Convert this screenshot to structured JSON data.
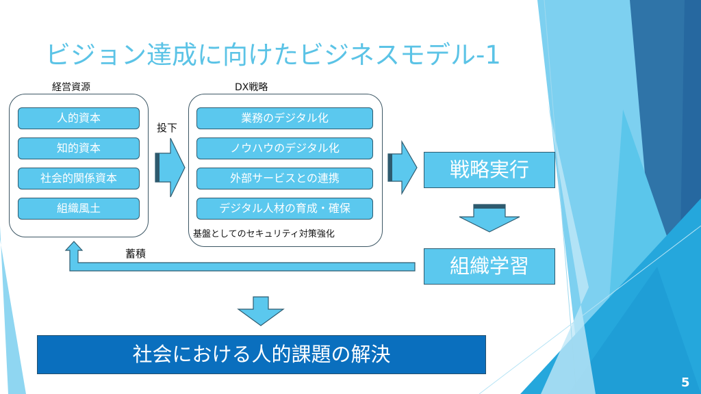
{
  "slide": {
    "title": "ビジョン達成に向けたビジネスモデル-1",
    "page_number": "5"
  },
  "resources": {
    "heading": "経営資源",
    "items": [
      "人的資本",
      "知的資本",
      "社会的関係資本",
      "組織風土"
    ]
  },
  "arrow_invest_label": "投下",
  "dx_strategy": {
    "heading": "DX戦略",
    "items": [
      "業務のデジタル化",
      "ノウハウのデジタル化",
      "外部サービスとの連携",
      "デジタル人材の育成・確保"
    ],
    "foundation_note": "基盤としてのセキュリティ対策強化"
  },
  "execution_box": "戦略実行",
  "learning_box": "組織学習",
  "feedback_label": "蓄積",
  "solution_box": "社会における人的課題の解決",
  "colors": {
    "title": "#5bc3e6",
    "pill_fill": "#5bc8ee",
    "pill_border": "#2e5a6e",
    "solution_fill": "#0a6fbe",
    "deco_dark": "#2a6ca3",
    "deco_mid": "#25a7dc",
    "deco_light": "#8fd6f1"
  }
}
